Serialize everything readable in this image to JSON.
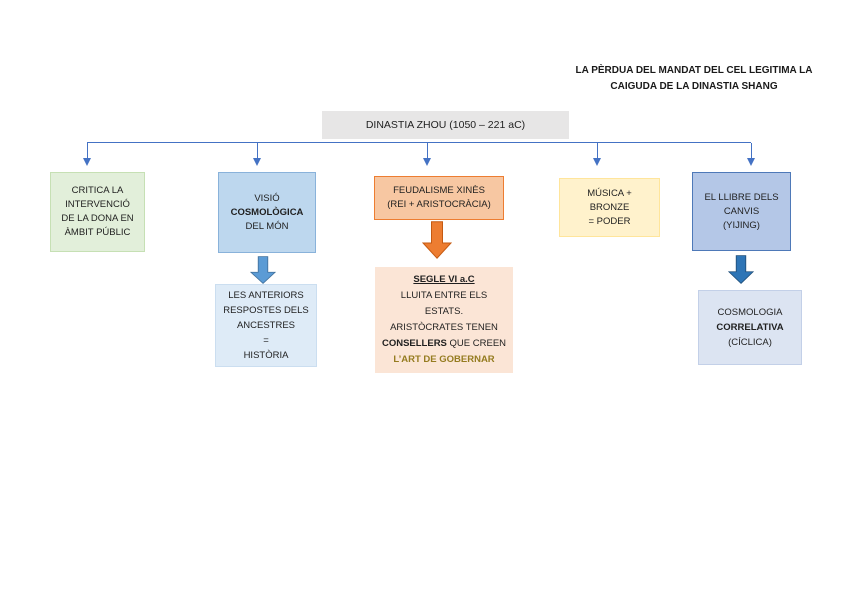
{
  "annotation": {
    "line1": "LA PÈRDUA DEL MANDAT DEL CEL LEGITIMA LA",
    "line2": "CAIGUDA DE LA DINASTIA SHANG"
  },
  "root": {
    "label": "DINASTIA ZHOU (1050 – 221 aC)"
  },
  "nodes": {
    "critica": {
      "lines": [
        "CRITICA LA",
        "INTERVENCIÓ",
        "DE LA DONA EN",
        "ÀMBIT PÚBLIC"
      ]
    },
    "visio": {
      "line1": "VISIÓ",
      "line2_bold": "COSMOLÒGICA",
      "line3": "DEL MÓN"
    },
    "feudalisme": {
      "lines": [
        "FEUDALISME XINÈS",
        "(REI + ARISTOCRÀCIA)"
      ]
    },
    "musica": {
      "lines": [
        "MÚSICA +",
        "BRONZE",
        "= PODER"
      ]
    },
    "llibre": {
      "lines": [
        "EL LLIBRE DELS",
        "CANVIS",
        "(YIJING)"
      ]
    },
    "anteriors": {
      "lines": [
        "LES ANTERIORS",
        "RESPOSTES DELS",
        "ANCESTRES",
        "=",
        "HISTÒRIA"
      ]
    },
    "segle": {
      "title": "SEGLE VI a.C",
      "line2": "LLUITA ENTRE ELS",
      "line3": "ESTATS.",
      "line4": "ARISTÒCRATES TENEN",
      "line5_bold": "CONSELLERS",
      "line5_rest": " QUE CREEN",
      "line6": "L’ART DE GOBERNAR"
    },
    "cosmologia": {
      "line1": "COSMOLOGIA",
      "line2_bold": "CORRELATIVA",
      "line3": "(CÍCLICA)"
    }
  },
  "colors": {
    "connector": "#4472C4",
    "root_fill": "#E7E6E6",
    "green_fill": "#E2EFDA",
    "blue_fill": "#BDD7EE",
    "orange_fill": "#F7C7A2",
    "orange_border": "#ED7D31",
    "yellow_fill": "#FFF2CC",
    "periwinkle_fill": "#B4C7E7",
    "light_blue_fill": "#DEEBF7",
    "peach_fill": "#FBE5D6",
    "pale_blue_fill": "#DCE4F2",
    "gold_text": "#957C20",
    "arrow_blue": "#5B9BD5",
    "arrow_dark_blue": "#2E75B6",
    "arrow_orange": "#ED7D31"
  }
}
